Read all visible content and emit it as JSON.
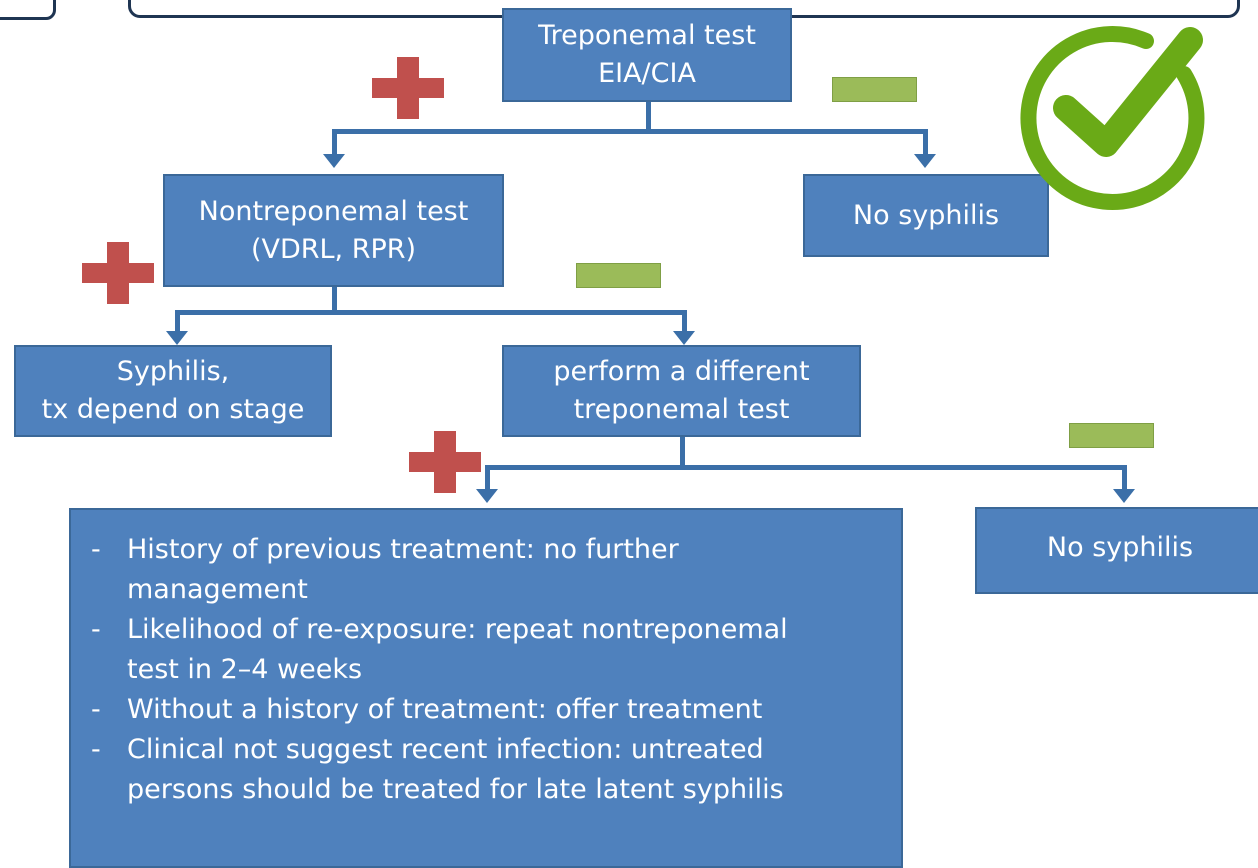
{
  "nodes": {
    "treponemal": {
      "line1": "Treponemal  test",
      "line2": "EIA/CIA"
    },
    "nontreponemal": {
      "line1": "Nontreponemal  test",
      "line2": "(VDRL,  RPR)"
    },
    "no_syphilis_top": {
      "label": "No syphilis"
    },
    "syphilis": {
      "line1": "Syphilis,",
      "line2": "tx depend  on stage"
    },
    "different_test": {
      "line1": "perform a different",
      "line2": "treponemal  test"
    },
    "no_syphilis_bottom": {
      "label": "No syphilis"
    },
    "management": {
      "items": [
        "History of previous treatment:  no further management",
        "Likelihood of re-exposure:  repeat nontreponemal test  in 2–4 weeks",
        "Without a history of treatment:  offer treatment",
        "Clinical not suggest  recent infection:  untreated persons should be treated  for late latent  syphilis"
      ]
    }
  },
  "markers": {
    "positive_color": "#c0504d",
    "negative_color": "#9bbb59",
    "check_color": "#6aaa17",
    "icons": [
      "plus-icon",
      "minus-icon",
      "check-icon"
    ]
  }
}
